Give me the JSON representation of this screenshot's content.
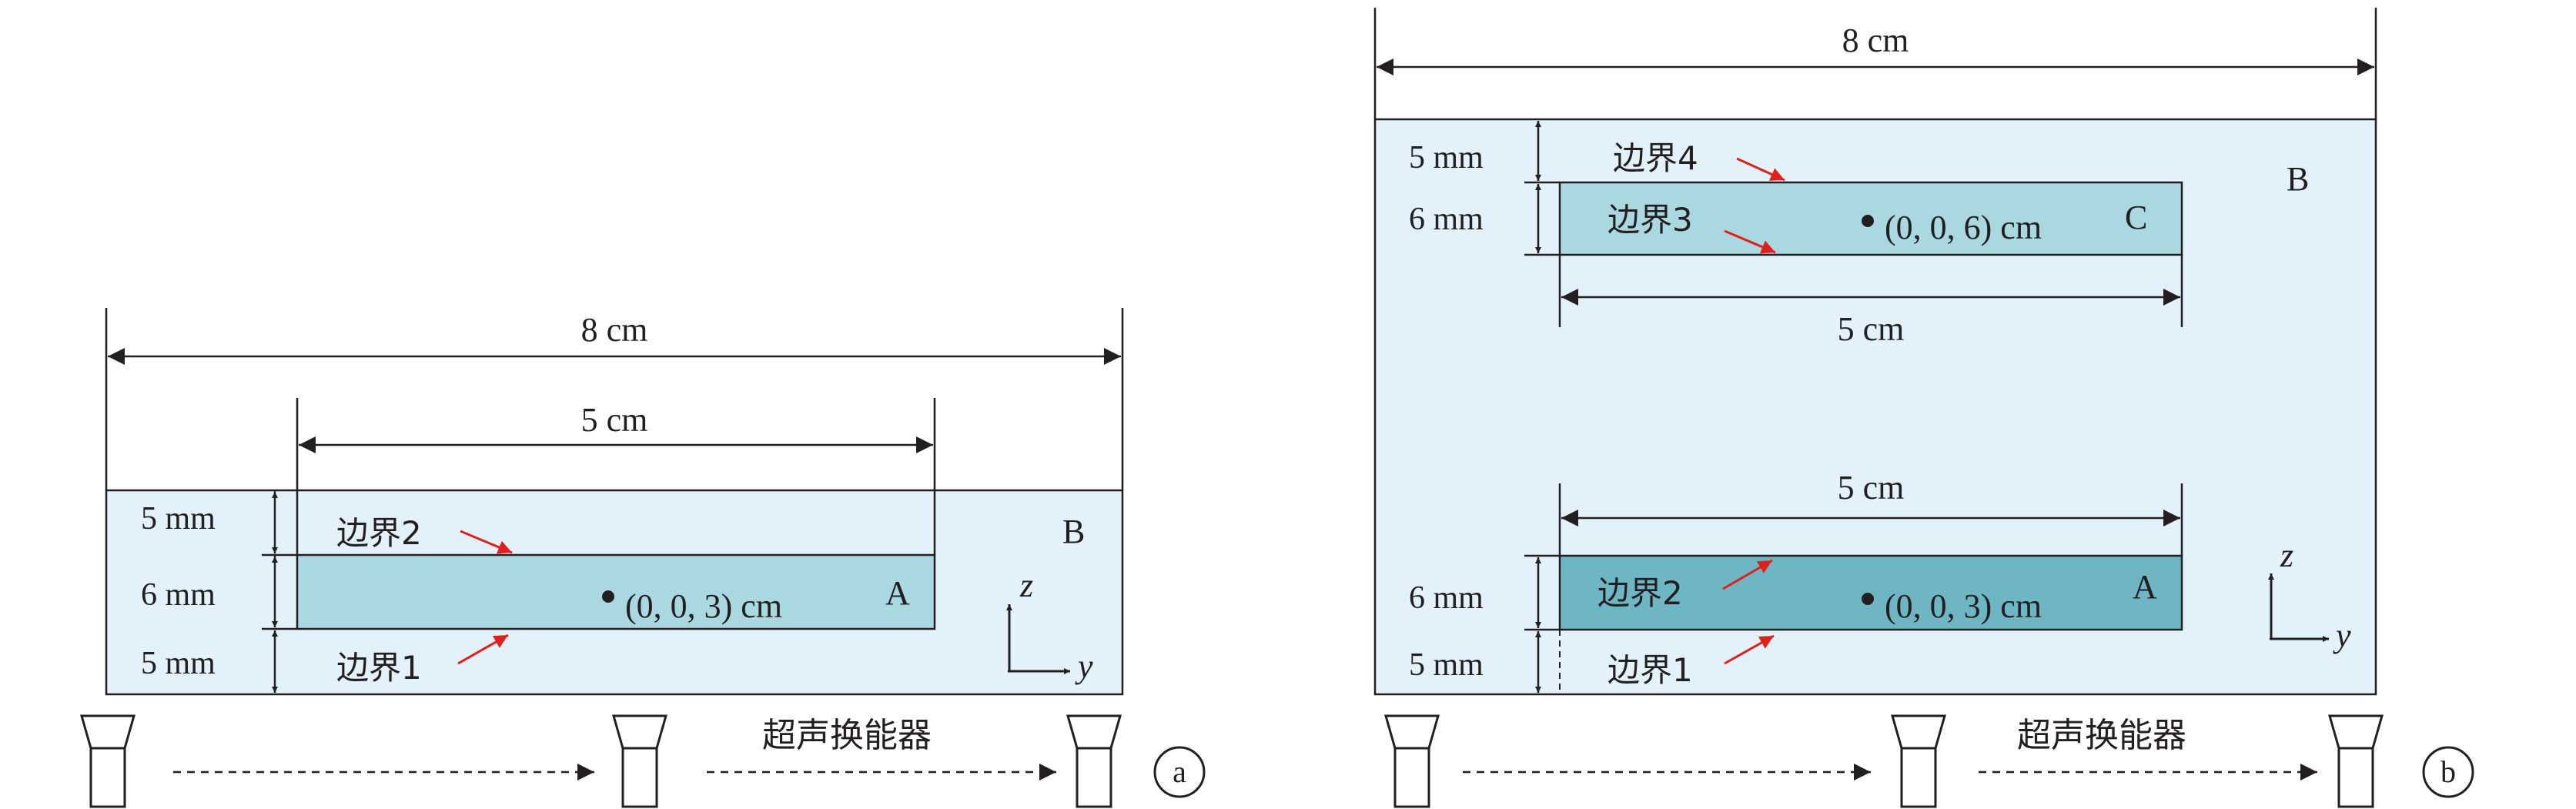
{
  "panel_a": {
    "labels": {
      "width_8": "8 cm",
      "width_5": "5 cm",
      "dim_5mm_top": "5 mm",
      "dim_6mm": "6 mm",
      "dim_5mm_bottom": "5 mm",
      "boundary2": "边界2",
      "boundary1": "边界1",
      "region_a": "A",
      "region_b": "B",
      "point": "(0, 0, 3) cm",
      "transducer": "超声换能器",
      "axis_z": "z",
      "axis_y": "y",
      "panel_tag": "a"
    }
  },
  "panel_b": {
    "labels": {
      "width_8": "8 cm",
      "dim_5mm_top": "5 mm",
      "dim_6mm_top": "6 mm",
      "boundary4": "边界4",
      "boundary3": "边界3",
      "region_c": "C",
      "point_c": "(0, 0, 6) cm",
      "width_5_top": "5 cm",
      "region_b": "B",
      "width_5_bottom": "5 cm",
      "dim_6mm_bottom": "6 mm",
      "dim_5mm_bottom": "5 mm",
      "boundary2": "边界2",
      "boundary1": "边界1",
      "region_a": "A",
      "point_a": "(0, 0, 3) cm",
      "transducer": "超声换能器",
      "axis_z": "z",
      "axis_y": "y",
      "panel_tag": "b"
    }
  },
  "colors": {
    "medium_b": "#e2f1fa",
    "region_a_light": "#a9d8e0",
    "region_a_dark": "#6fb6c4",
    "region_c": "#a9d8e0",
    "line": "#231f20",
    "arrow_red": "#e0201c"
  }
}
